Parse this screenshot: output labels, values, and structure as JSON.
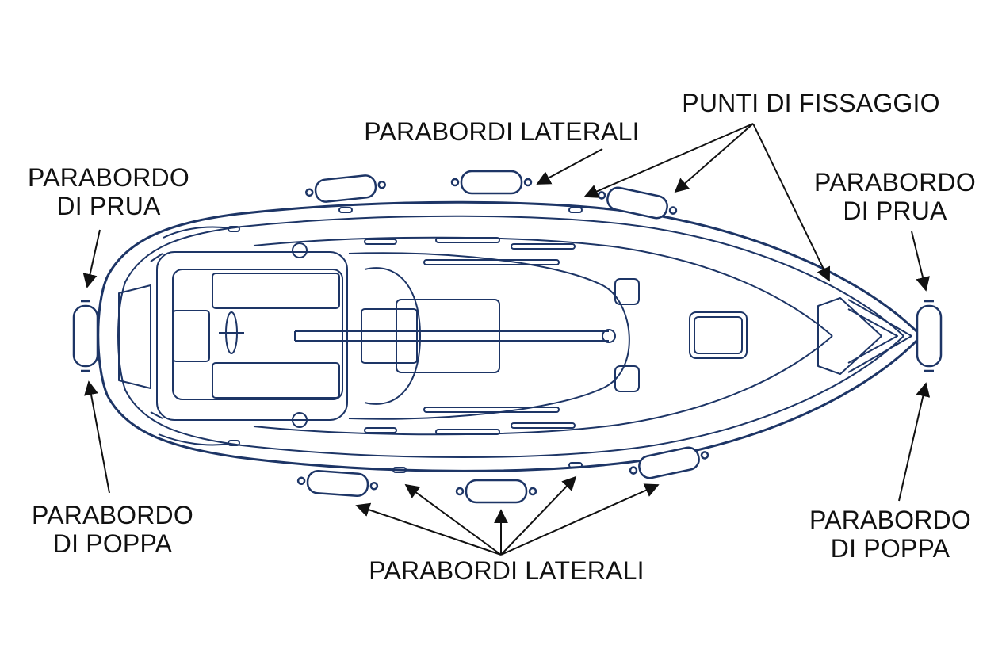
{
  "labels": {
    "bow_left": [
      "PARABORDO",
      "DI PRUA"
    ],
    "bow_right": [
      "PARABORDO",
      "DI PRUA"
    ],
    "stern_left": [
      "PARABORDO",
      "DI POPPA"
    ],
    "stern_right": [
      "PARABORDO",
      "DI POPPA"
    ],
    "side_top": "PARABORDI LATERALI",
    "side_bottom": "PARABORDI LATERALI",
    "fixing_points": "PUNTI DI FISSAGGIO"
  },
  "colors": {
    "boat_line": "#1d3566",
    "arrow": "#111111",
    "background": "#ffffff"
  }
}
